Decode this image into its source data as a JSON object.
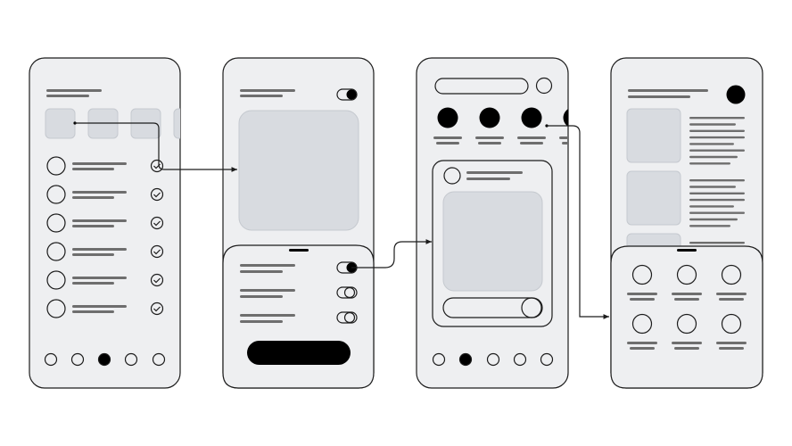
{
  "colors": {
    "background": "#ffffff",
    "screen_fill": "#eeeff1",
    "placeholder_fill": "#d8dbe0",
    "placeholder_stroke": "#c5c9cf",
    "text_line": "#6e6e6e",
    "outline": "#1c1c1c",
    "active": "#000000"
  },
  "screens": {
    "list": {
      "name": "list-screen",
      "checked_rows": 6,
      "nav_active_index": 2
    },
    "settings": {
      "name": "settings-screen",
      "toggles_on": [
        true,
        false,
        false
      ]
    },
    "feed": {
      "name": "feed-screen",
      "stories": 4,
      "nav_active_index": 1
    },
    "grid": {
      "name": "grid-screen",
      "grid_items": 6
    }
  },
  "connectors": [
    {
      "name": "connector-list-to-settings",
      "from": "list-screen",
      "to": "settings-screen"
    },
    {
      "name": "connector-settings-to-feed",
      "from": "settings-screen",
      "to": "feed-screen"
    },
    {
      "name": "connector-feed-to-grid",
      "from": "feed-screen",
      "to": "grid-screen"
    }
  ]
}
